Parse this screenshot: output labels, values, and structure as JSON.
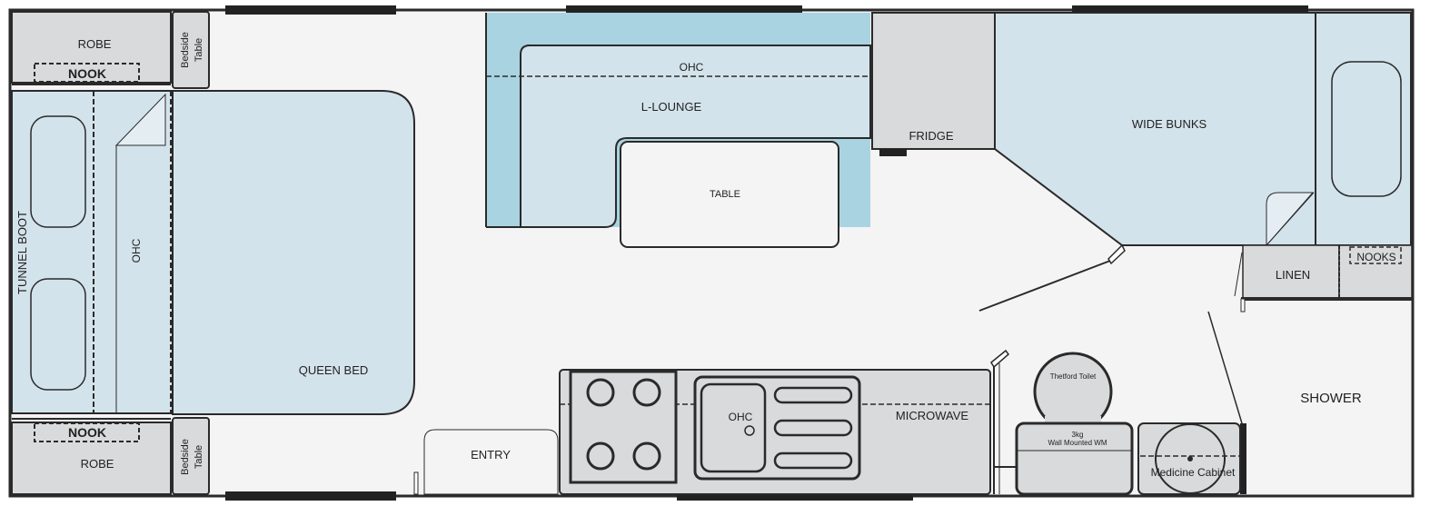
{
  "colors": {
    "floor": "#f4f4f4",
    "furniture_blue": "#d3e3eb",
    "bright_blue": "#a9d3e0",
    "grey_fill": "#d8dadb",
    "wall": "#2a2a2a",
    "window": "#222222"
  },
  "labels": {
    "robe_top": "ROBE",
    "robe_bottom": "ROBE",
    "nook_top": "NOOK",
    "nook_bottom": "NOOK",
    "bedside_top": [
      "Bedside",
      "Table"
    ],
    "bedside_bottom": [
      "Bedside",
      "Table"
    ],
    "tunnel_boot": "TUNNEL BOOT",
    "ohc_bed": "OHC",
    "queen_bed": "QUEEN BED",
    "ohc_lounge": "OHC",
    "l_lounge": "L-LOUNGE",
    "table": "TABLE",
    "fridge": "FRIDGE",
    "wide_bunks": "WIDE BUNKS",
    "linen": "LINEN",
    "nooks": "NOOKS",
    "shower": "SHOWER",
    "entry": "ENTRY",
    "ohc_kitchen": "OHC",
    "microwave": "MICROWAVE",
    "toilet": "Thetford  Toilet",
    "wm": [
      "3kg",
      "Wall Mounted WM"
    ],
    "medicine_cabinet": "Medicine Cabinet"
  }
}
